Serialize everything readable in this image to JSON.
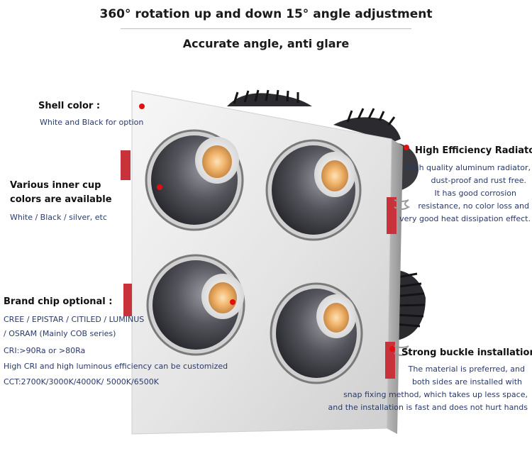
{
  "header": {
    "title": "360° rotation up and down 15° angle adjustment",
    "subtitle": "Accurate angle, anti glare"
  },
  "callouts": {
    "shell": {
      "title": "Shell color :",
      "desc": "White and Black  for option"
    },
    "inner_cup": {
      "title_line1": "Various inner cup",
      "title_line2": "colors are available",
      "desc": "White / Black / silver, etc"
    },
    "brand_chip": {
      "title": "Brand chip optional :",
      "lines": [
        "CREE / EPISTAR / CITILED / LUMINUS",
        "/ OSRAM  (Mainly COB series)",
        "CRI:>90Ra or >80Ra",
        "High CRI and high luminous efficiency can be customized",
        "CCT:2700K/3000K/4000K/ 5000K/6500K"
      ]
    },
    "radiator": {
      "title": "High Efficiency Radiator",
      "lines": [
        "High quality aluminum radiator,",
        "dust-proof and rust free.",
        "It has good corrosion",
        "resistance, no color loss and",
        "very good heat dissipation effect."
      ]
    },
    "buckle": {
      "title": "Strong buckle installation",
      "lines": [
        "The material is preferred, and",
        "both sides are installed with",
        "snap fixing method, which takes up less space,",
        "and the installation is fast and does not hurt hands"
      ]
    }
  },
  "colors": {
    "title_text": "#1a1a1a",
    "desc_text": "#2a3a6a",
    "marker_dot": "#e01010",
    "housing": "#e6e6e6",
    "clip_red": "#c8323a",
    "cup": "#505058",
    "cob_warm": "#f4c48a"
  }
}
